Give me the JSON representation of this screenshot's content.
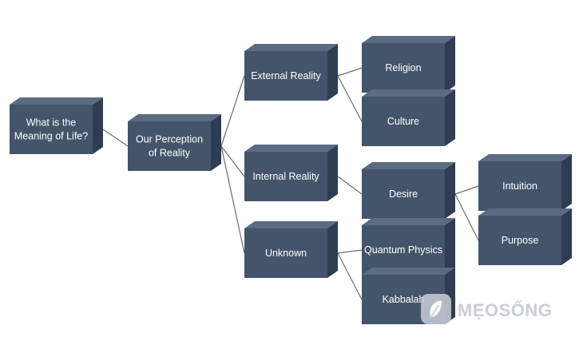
{
  "nodes": [
    {
      "id": "root",
      "lines": [
        "What is the",
        "Meaning of Life?"
      ]
    },
    {
      "id": "perception",
      "lines": [
        "Our Perception",
        "of Reality"
      ]
    },
    {
      "id": "external",
      "lines": [
        "External Reality"
      ]
    },
    {
      "id": "internal",
      "lines": [
        "Internal Reality"
      ]
    },
    {
      "id": "unknown",
      "lines": [
        "Unknown"
      ]
    },
    {
      "id": "religion",
      "lines": [
        "Religion"
      ]
    },
    {
      "id": "culture",
      "lines": [
        "Culture"
      ]
    },
    {
      "id": "desire",
      "lines": [
        "Desire"
      ]
    },
    {
      "id": "quantum",
      "lines": [
        "Quantum Physics"
      ]
    },
    {
      "id": "kabbalah",
      "lines": [
        "Kabbalah"
      ]
    },
    {
      "id": "intuition",
      "lines": [
        "Intuition"
      ]
    },
    {
      "id": "purpose",
      "lines": [
        "Purpose"
      ]
    }
  ],
  "edges": [
    [
      "root",
      "perception"
    ],
    [
      "perception",
      "external"
    ],
    [
      "perception",
      "internal"
    ],
    [
      "perception",
      "unknown"
    ],
    [
      "external",
      "religion"
    ],
    [
      "external",
      "culture"
    ],
    [
      "internal",
      "desire"
    ],
    [
      "unknown",
      "quantum"
    ],
    [
      "unknown",
      "kabbalah"
    ],
    [
      "desire",
      "intuition"
    ],
    [
      "desire",
      "purpose"
    ]
  ],
  "colors": {
    "box_front": "#44546a",
    "box_side": "#2f3d52",
    "box_top": "#5b6b82",
    "connector": "#6b6b6b"
  },
  "watermark": {
    "text": "MẸOSỐNG",
    "icon": "leaf-logo-icon"
  }
}
